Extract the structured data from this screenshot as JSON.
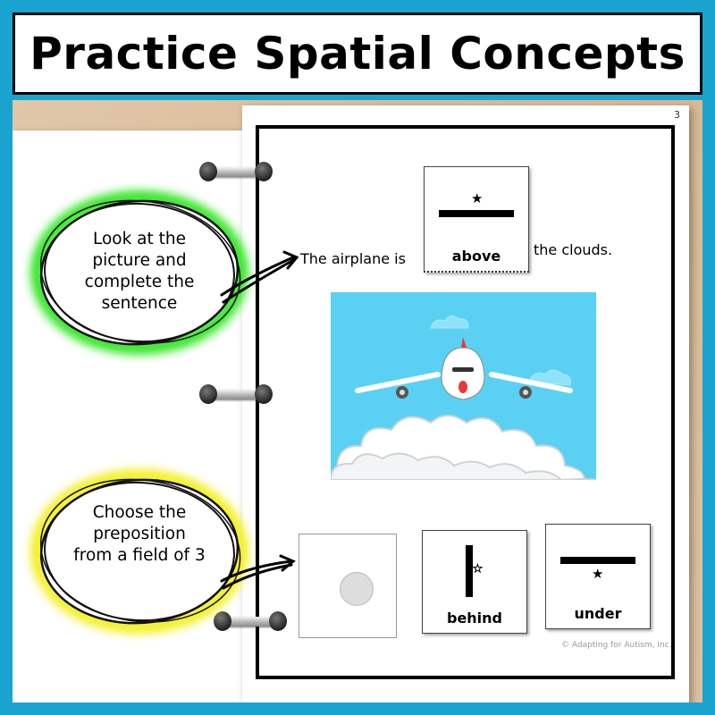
{
  "banner": {
    "title": "Practice Spatial Concepts"
  },
  "page": {
    "number": "3",
    "credit": "© Adapting for Autism, Inc."
  },
  "sentence": {
    "start": "The airplane is",
    "answer": "above",
    "end": "the clouds."
  },
  "callouts": [
    {
      "text": "Look at the picture and complete the sentence",
      "ring_color": "#34e626"
    },
    {
      "text": "Choose the preposition from a field of 3",
      "ring_color": "#f2f021"
    }
  ],
  "choices": [
    {
      "label": ""
    },
    {
      "label": "behind"
    },
    {
      "label": "under"
    }
  ],
  "colors": {
    "frame": "#1ba3cf",
    "sky": "#5ad1f2"
  },
  "icons": [
    "star-icon",
    "airplane-icon",
    "cloud-icon",
    "binder-ring-icon",
    "arrow-icon"
  ]
}
